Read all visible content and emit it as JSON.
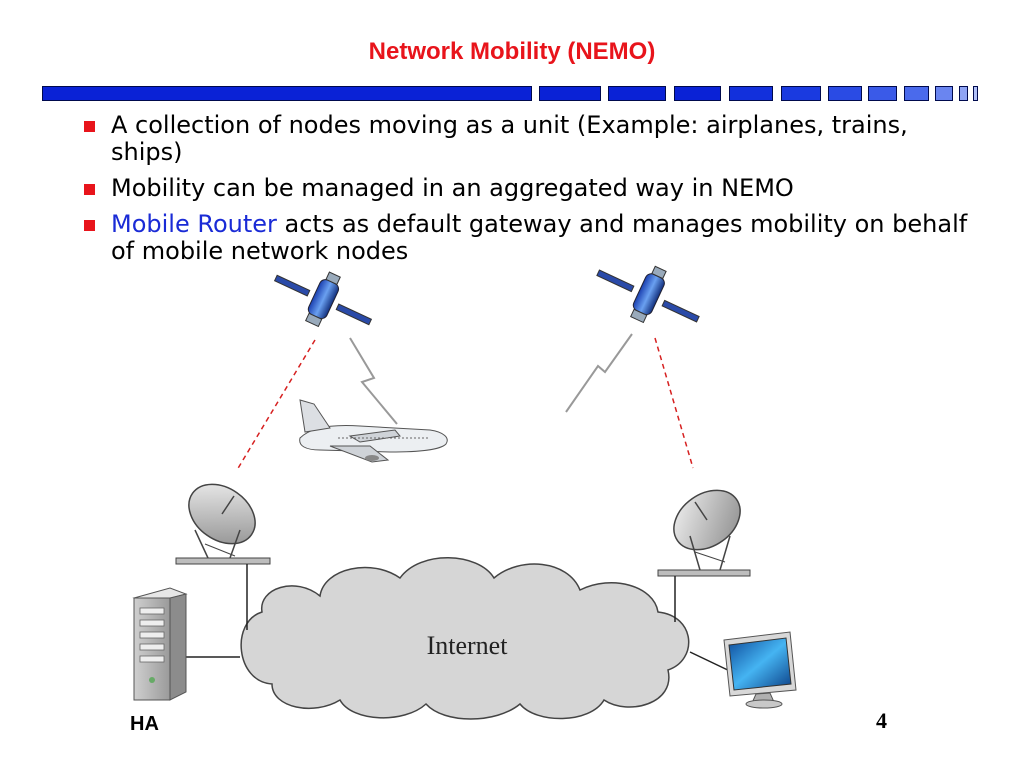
{
  "slide": {
    "title": "Network Mobility (NEMO)",
    "accent_color": "#e8141b",
    "bar_color": "#0a22d6",
    "highlight_color": "#1a2bd6",
    "bullets": [
      {
        "text": "A collection of nodes moving as a unit (Example: airplanes, trains, ships)"
      },
      {
        "text": "Mobility can be managed in an aggregated way in NEMO"
      },
      {
        "highlight": "Mobile Router",
        "rest": " acts as default gateway and manages mobility on behalf of mobile network nodes"
      }
    ],
    "page_number": "4"
  },
  "diagram": {
    "cloud_label": "Internet",
    "home_agent_label": "HA",
    "icons": [
      "satellite-icon",
      "satellite-icon",
      "lightning-icon",
      "lightning-icon",
      "airplane-icon",
      "satellite-dish-icon",
      "satellite-dish-icon",
      "server-icon",
      "monitor-icon",
      "cloud-icon"
    ]
  }
}
